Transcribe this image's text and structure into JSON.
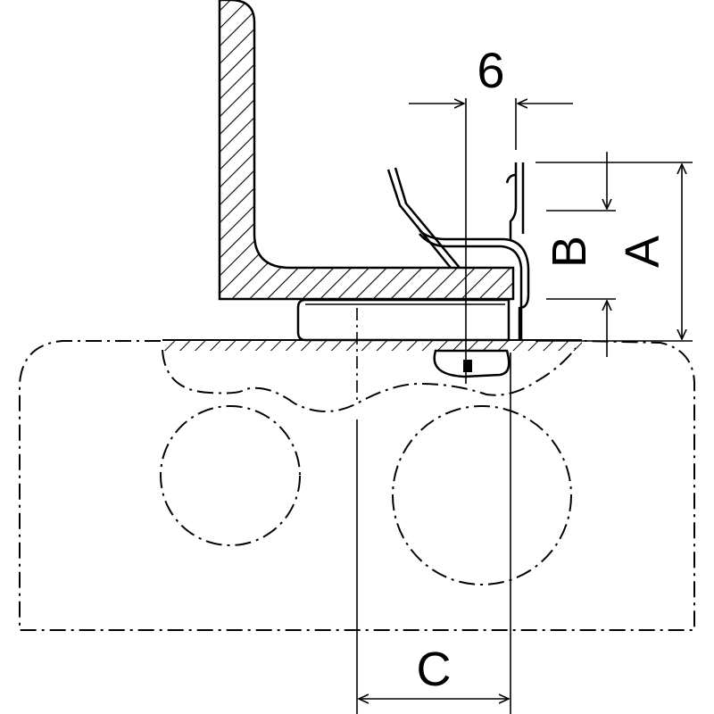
{
  "dimensions": {
    "gap": "6",
    "A": "A",
    "B": "B",
    "C": "C"
  },
  "colors": {
    "line": "#000000",
    "background": "#ffffff"
  }
}
